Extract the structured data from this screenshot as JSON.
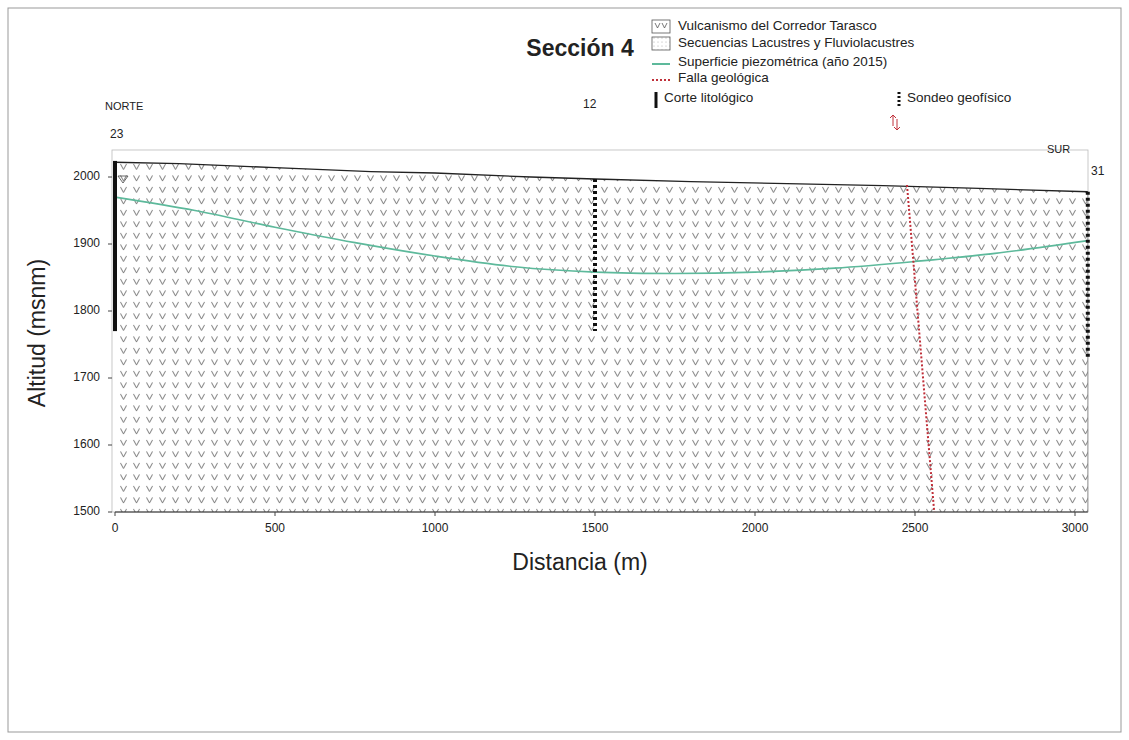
{
  "diagram": {
    "title": "Sección 4",
    "labels": [
      "NORTE",
      "23",
      "12",
      "SUR",
      "31",
      "2000",
      "1900",
      "1800",
      "1700",
      "1600",
      "1500",
      "0",
      "500",
      "1000",
      "1500",
      "2000",
      "2500",
      "3000",
      "Altitud (msnm)",
      "Distancia (m)"
    ],
    "legend": [
      {
        "text": "Vulcanismo del Corredor Tarasco"
      },
      {
        "text": "Secuencias Lacustres y Fluviolacustres"
      },
      {
        "text": "Superficie piezométrica (año 2015)"
      },
      {
        "text": "Falla geológica"
      },
      {
        "text": "Corte litológico"
      },
      {
        "text": "Sondeo geofísico"
      }
    ]
  }
}
